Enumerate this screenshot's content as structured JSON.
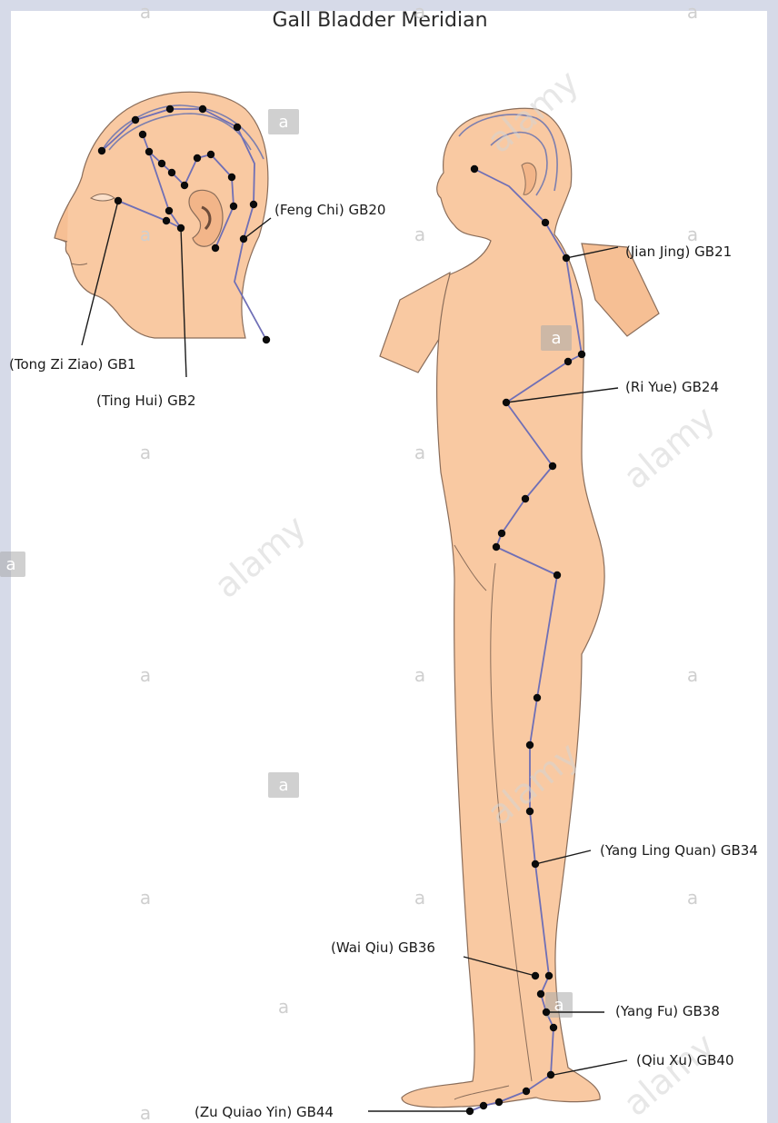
{
  "title": "Gall Bladder Meridian",
  "colors": {
    "background_frame": "#d6dae8",
    "canvas": "#ffffff",
    "skin": "#f9c9a2",
    "meridian_line": "#6f6fb6",
    "points": "#0b0b0b",
    "label_text": "#1a1a1a"
  },
  "labels": {
    "gb1": "(Tong Zi Ziao) GB1",
    "gb2": "(Ting Hui) GB2",
    "gb20": "(Feng Chi) GB20",
    "gb21": "(Jian Jing) GB21",
    "gb24": "(Ri Yue) GB24",
    "gb34": "(Yang Ling Quan) GB34",
    "gb36": "(Wai Qiu) GB36",
    "gb38": "(Yang Fu) GB38",
    "gb40": "(Qiu Xu) GB40",
    "gb44": "(Zu Quiao Yin) GB44"
  },
  "watermark": {
    "badge_letter": "a",
    "brand": "alamy"
  }
}
